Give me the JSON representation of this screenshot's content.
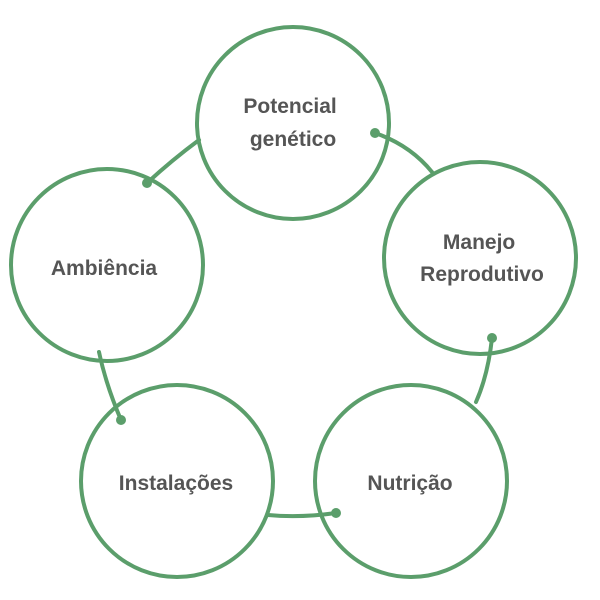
{
  "diagram": {
    "colors": {
      "stroke": "#5b9e6b",
      "text": "#555555",
      "background": "#ffffff"
    },
    "nodes": [
      {
        "id": "potencial",
        "lines": [
          "Potencial",
          "genético"
        ]
      },
      {
        "id": "manejo",
        "lines": [
          "Manejo",
          "Reprodutivo"
        ]
      },
      {
        "id": "nutricao",
        "lines": [
          "Nutrição"
        ]
      },
      {
        "id": "instalacoes",
        "lines": [
          "Instalações"
        ]
      },
      {
        "id": "ambiencia",
        "lines": [
          "Ambiência"
        ]
      }
    ]
  }
}
